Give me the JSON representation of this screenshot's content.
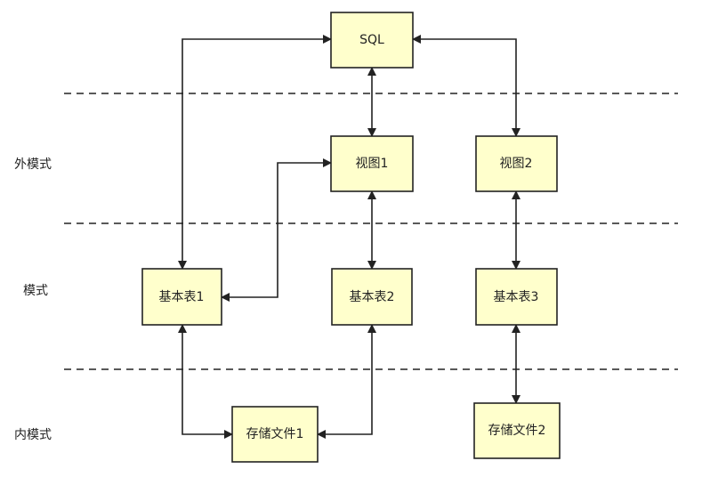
{
  "levels": {
    "external": "外模式",
    "conceptual": "模式",
    "internal": "内模式"
  },
  "nodes": {
    "sql": "SQL",
    "view1": "视图1",
    "view2": "视图2",
    "table1": "基本表1",
    "table2": "基本表2",
    "table3": "基本表3",
    "storage1": "存储文件1",
    "storage2": "存储文件2"
  },
  "colors": {
    "node_fill": "#ffffcc",
    "stroke": "#222222"
  }
}
